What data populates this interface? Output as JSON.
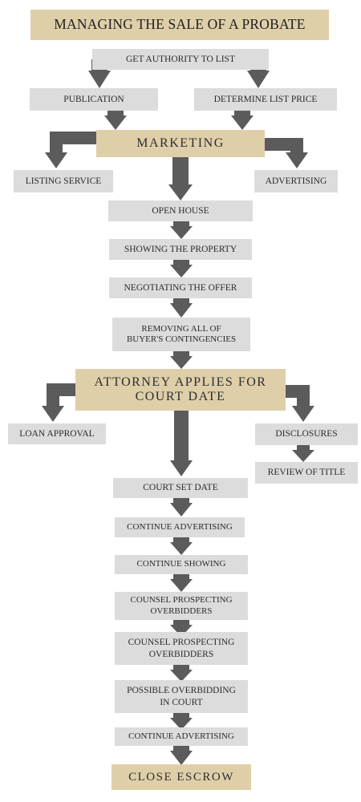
{
  "colors": {
    "header_fill": "#dfcfa9",
    "step_fill": "#dcdcdc",
    "arrow": "#5b5b5b",
    "text": "#2b2b2b"
  },
  "title": "MANAGING THE SALE OF A PROBATE",
  "steps": {
    "get_authority": "GET AUTHORITY TO LIST",
    "publication": "PUBLICATION",
    "determine_price": "DETERMINE LIST PRICE",
    "marketing": "MARKETING",
    "listing_service": "LISTING SERVICE",
    "advertising": "ADVERTISING",
    "open_house": "OPEN HOUSE",
    "showing": "SHOWING THE PROPERTY",
    "negotiating": "NEGOTIATING THE OFFER",
    "removing": "REMOVING ALL OF\nBUYER'S CONTINGENCIES",
    "attorney": "ATTORNEY APPLIES FOR\nCOURT DATE",
    "loan_approval": "LOAN APPROVAL",
    "disclosures": "DISCLOSURES",
    "review_title": "REVIEW OF TITLE",
    "court_set_date": "COURT SET DATE",
    "continue_advertising_1": "CONTINUE ADVERTISING",
    "continue_showing": "CONTINUE SHOWING",
    "counsel_1": "COUNSEL PROSPECTING\nOVERBIDDERS",
    "counsel_2": "COUNSEL PROSPECTING\nOVERBIDDERS",
    "overbidding": "POSSIBLE OVERBIDDING\nIN COURT",
    "continue_advertising_2": "CONTINUE ADVERTISING",
    "close_escrow": "CLOSE ESCROW"
  }
}
